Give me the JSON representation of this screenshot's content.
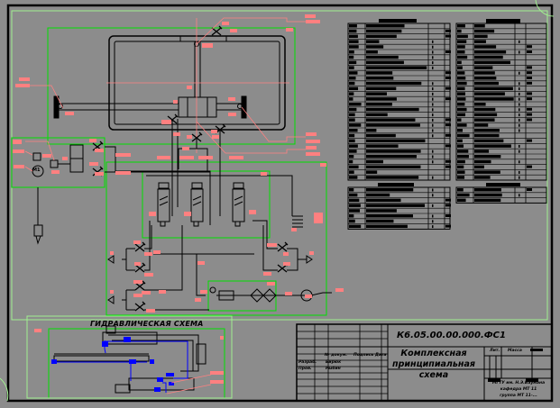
{
  "drawing": {
    "hydraulic_title": "ГИДРАВЛИЧЕСКАЯ СХЕМА",
    "motor_label": "М1",
    "title_block": {
      "document_code": "К6.05.00.00.000.ФС1",
      "document_name": [
        "Комплексная",
        "принципиальная",
        "схема"
      ],
      "organization": [
        "МГТУ им. Н.Э.Баумана",
        "кафедра МТ 11",
        "группа МТ 11-..."
      ],
      "column_headers": [
        "№ докум.",
        "Подпись Дата"
      ],
      "roles": [
        "Разраб.",
        "Пров."
      ],
      "names": [
        "Бирюк",
        "Рыбин"
      ],
      "sheet_headers": [
        "Лит.",
        "Масса"
      ]
    }
  },
  "colors": {
    "background": "#8c8c8c",
    "frame": "#000000",
    "group_box": "#00e000",
    "outer_box": "#a0f090",
    "label_tag": "#ff8080",
    "hydraulic_line": "#0000ff"
  }
}
